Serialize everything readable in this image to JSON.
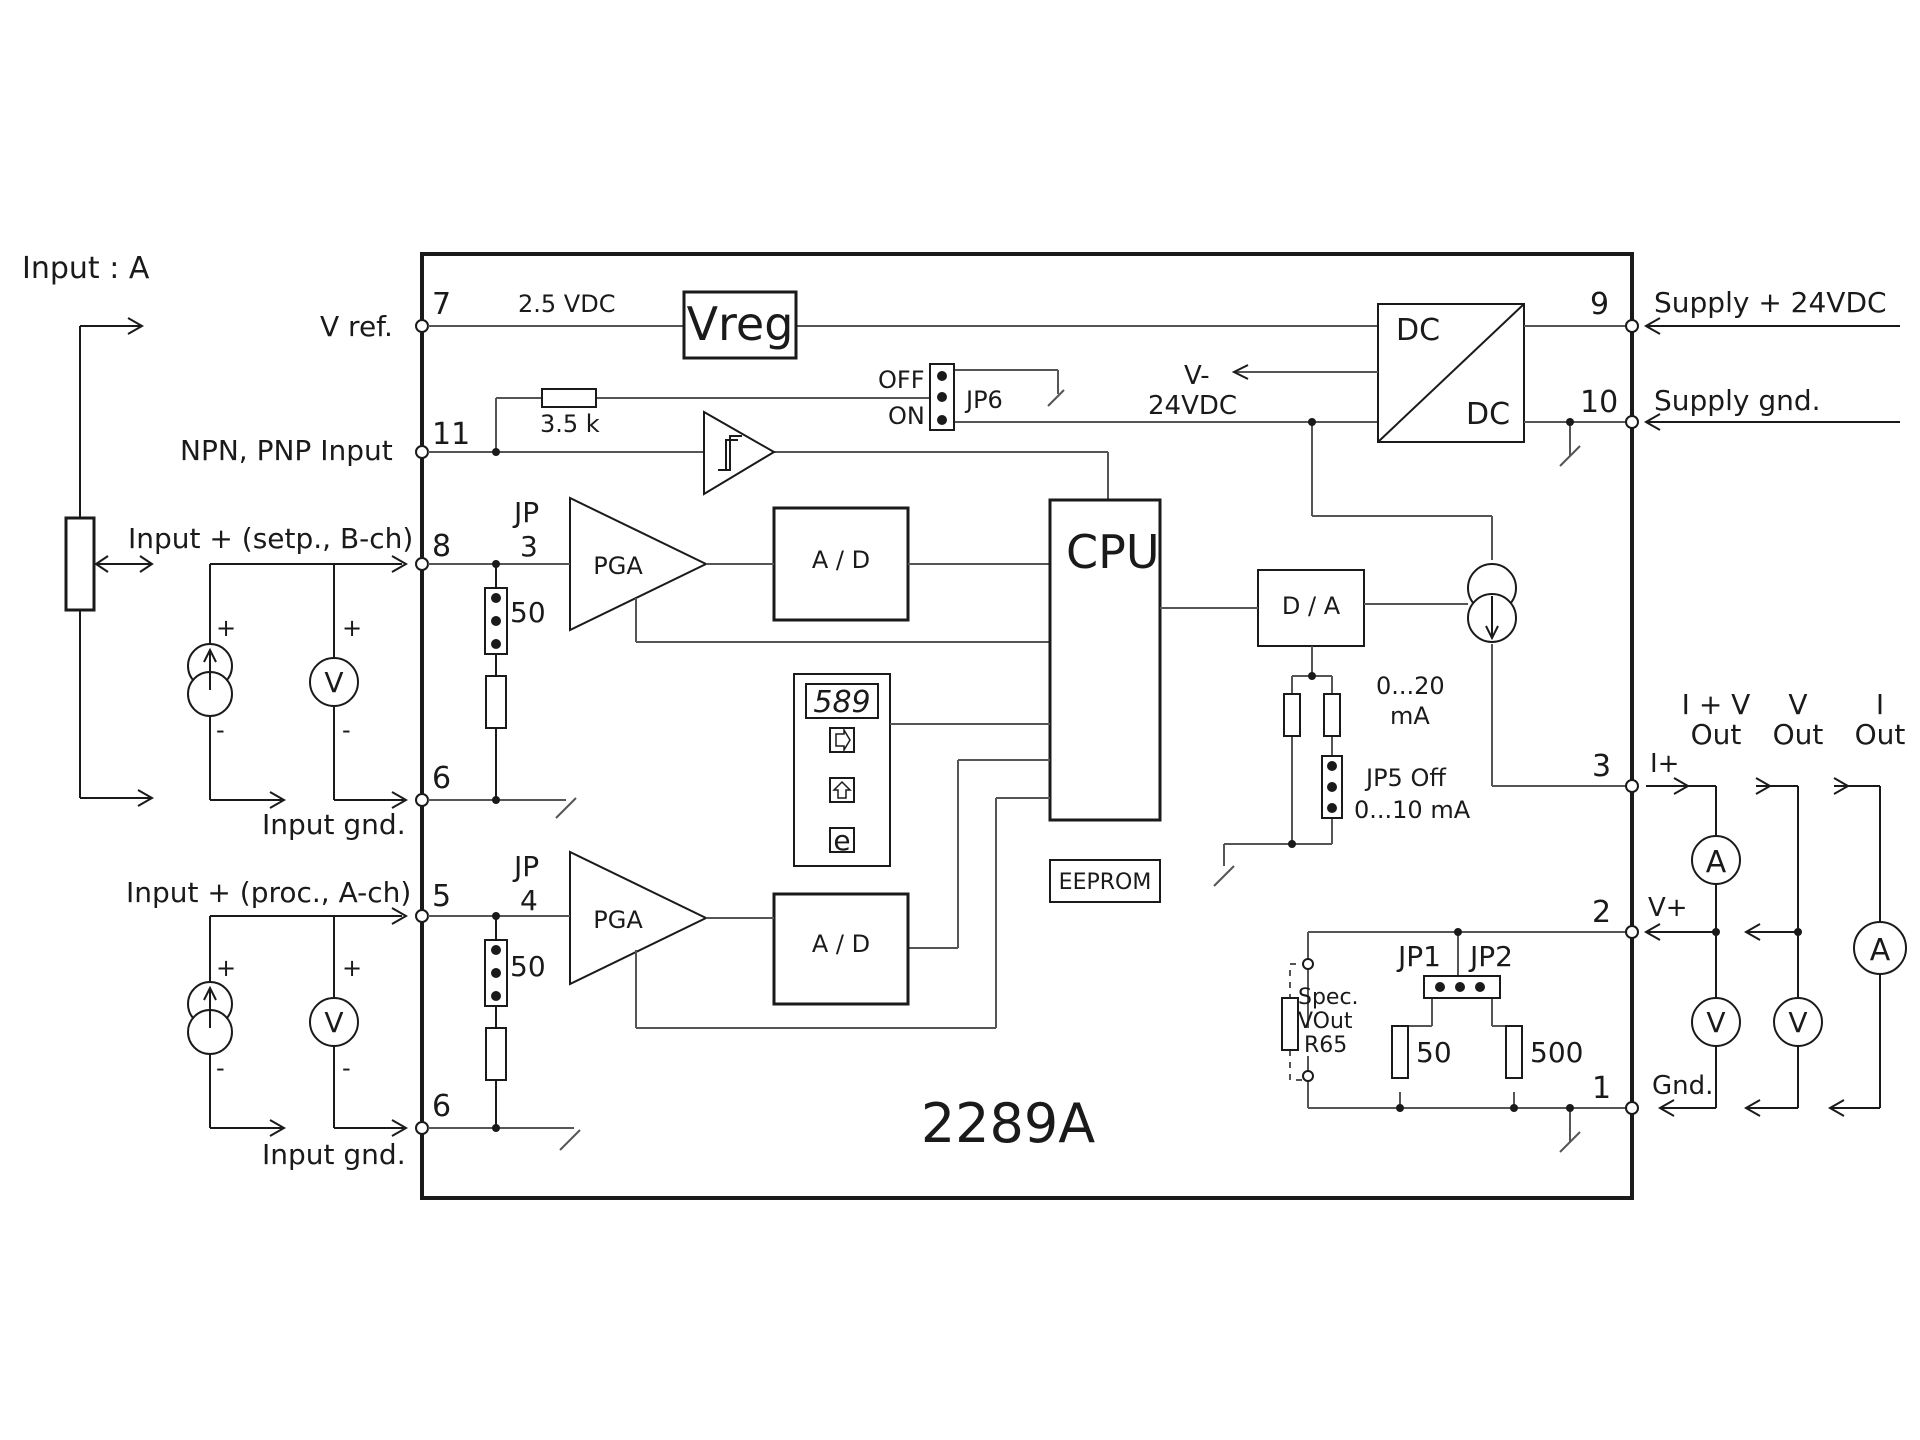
{
  "left": {
    "input_a": "Input : A",
    "vref": "V ref.",
    "npn_pnp": "NPN, PNP Input",
    "input_b": "Input + (setp., B-ch)",
    "input_gnd": "Input gnd.",
    "input_a_ch": "Input + (proc., A-ch)",
    "plus": "+",
    "minus": "-",
    "v": "V"
  },
  "terminals": {
    "t7": "7",
    "t11": "11",
    "t8": "8",
    "t6": "6",
    "t5": "5",
    "t9": "9",
    "t10": "10",
    "t3": "3",
    "t2": "2",
    "t1": "1"
  },
  "module": {
    "vdc": "2.5 VDC",
    "vreg": "Vreg",
    "off": "OFF",
    "on": "ON",
    "jp6": "JP6",
    "r35": "3.5 k",
    "jp": "JP",
    "jp3": "3",
    "jp4": "4",
    "r50": "50",
    "pga": "PGA",
    "ad": "A / D",
    "cpu": "CPU",
    "eeprom": "EEPROM",
    "display": "589",
    "btn_e": "e",
    "da": "D / A",
    "dc": "DC",
    "vminus": "V-",
    "v24": "24VDC",
    "range1": "0...20",
    "ma": "mA",
    "jp5": "JP5 Off",
    "range2": "0...10 mA",
    "jp1": "JP1",
    "jp2": "JP2",
    "spec": "Spec.",
    "vout": "VOut",
    "r65": "R65",
    "r500": "500",
    "model": "2289A"
  },
  "right": {
    "supply": "Supply + 24VDC",
    "supply_gnd": "Supply gnd.",
    "iplus": "I+",
    "vplus": "V+",
    "gnd": "Gnd.",
    "ivout_1": "I + V",
    "out": "Out",
    "vout_1": "V",
    "iout_1": "I",
    "a": "A"
  }
}
